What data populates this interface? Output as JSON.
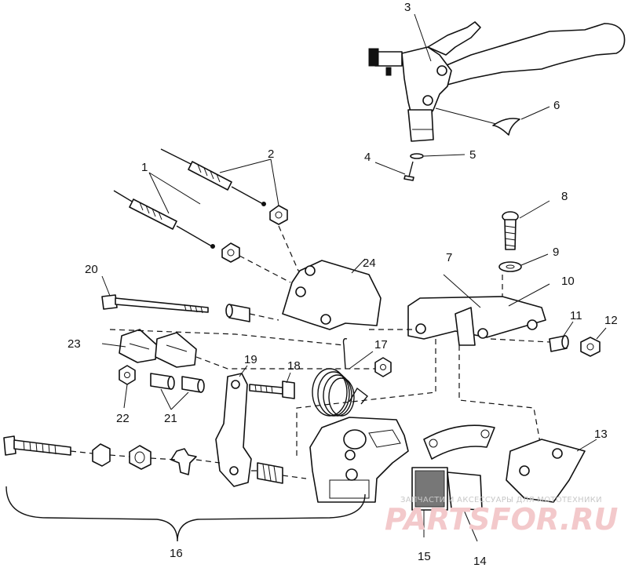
{
  "diagram": {
    "callouts": {
      "c1": "1",
      "c2": "2",
      "c3": "3",
      "c4": "4",
      "c5": "5",
      "c6": "6",
      "c7": "7",
      "c8": "8",
      "c9": "9",
      "c10": "10",
      "c11": "11",
      "c12": "12",
      "c13": "13",
      "c14": "14",
      "c15": "15",
      "c16": "16",
      "c17": "17",
      "c18": "18",
      "c19": "19",
      "c20": "20",
      "c21": "21",
      "c22": "22",
      "c23": "23",
      "c24": "24"
    }
  },
  "watermark": {
    "tagline": "ЗАПЧАСТИ И АКСЕССУАРЫ ДЛЯ МОТОТЕХНИКИ",
    "brand": "PARTSFOR.RU",
    "color": "#f3c9cb"
  }
}
